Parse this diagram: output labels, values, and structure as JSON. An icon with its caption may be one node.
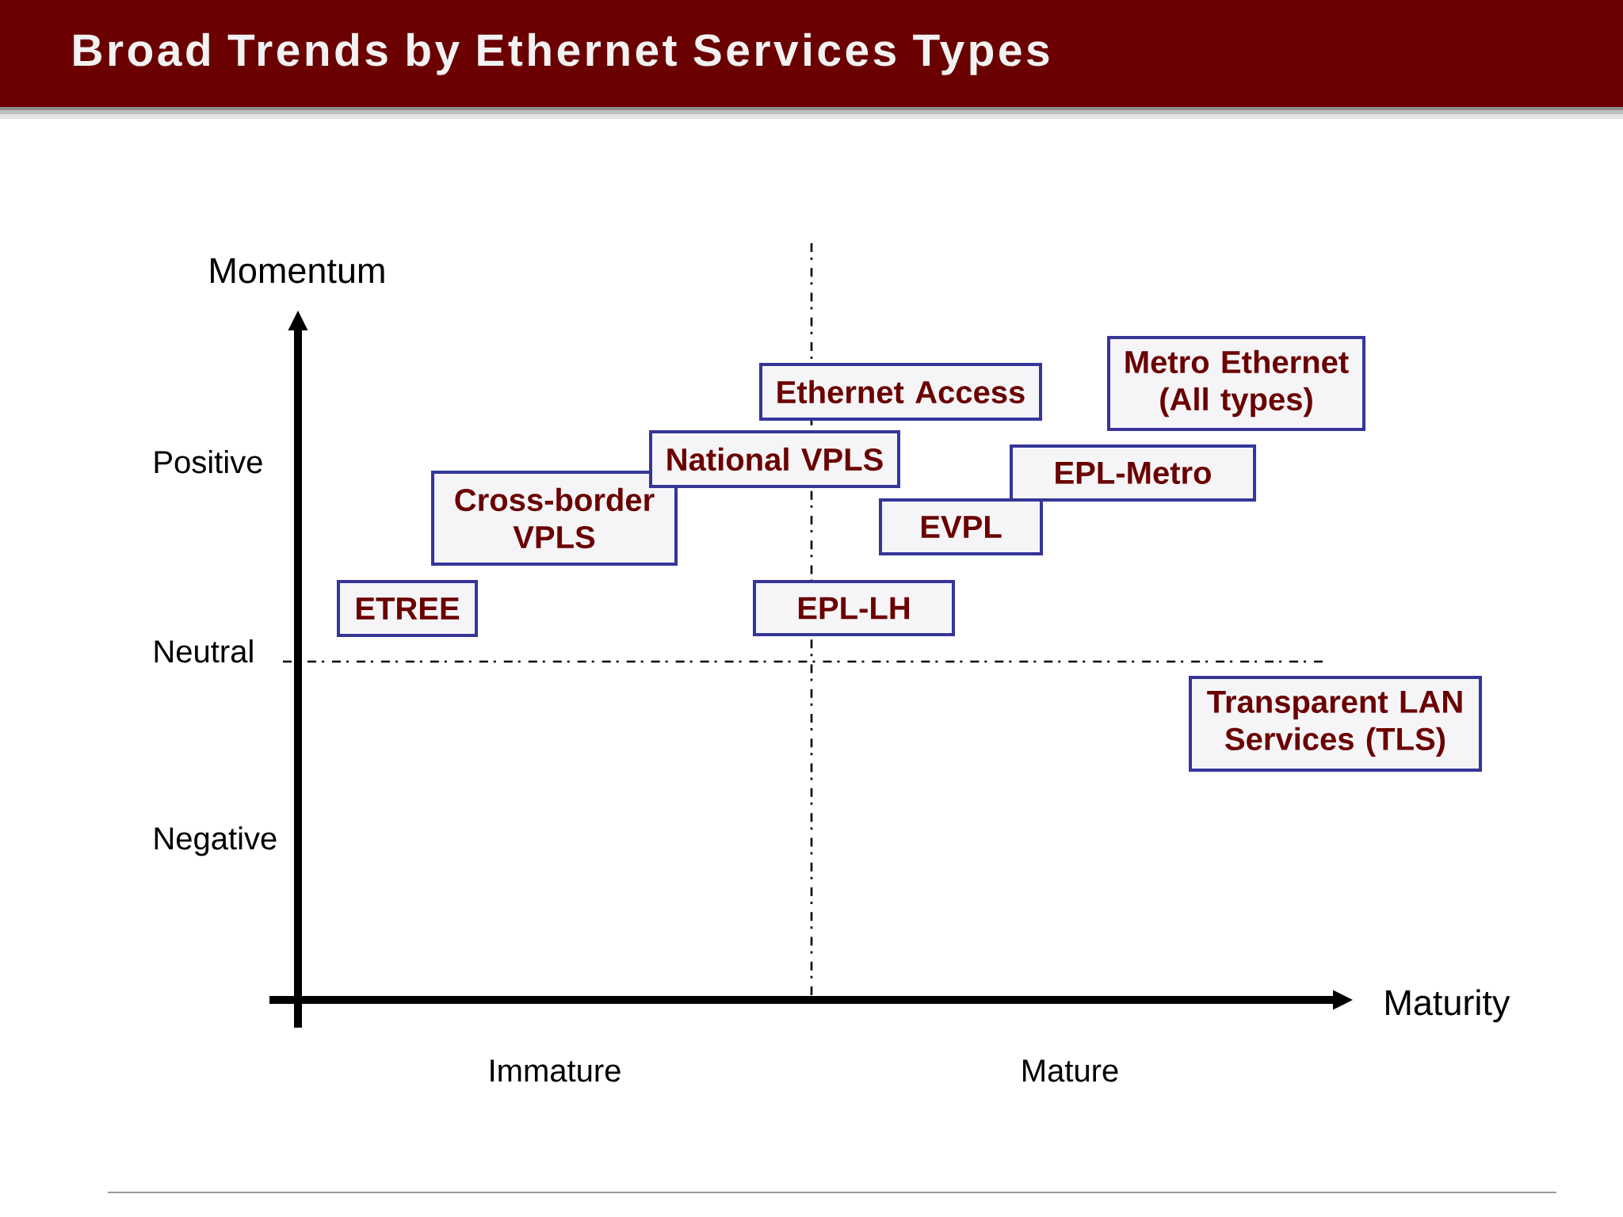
{
  "diagram": {
    "title": "Broad Trends by Ethernet Services Types",
    "nodes": [
      {
        "text": [
          "Ethernet Access"
        ]
      },
      {
        "text": [
          "Metro Ethernet (All types)"
        ]
      },
      {
        "text": [
          "National VPLS"
        ]
      },
      {
        "text": [
          "EPL-Metro"
        ]
      },
      {
        "text": [
          "Cross-border VPLS"
        ]
      },
      {
        "text": [
          "EVPL"
        ]
      },
      {
        "text": [
          "ETREE"
        ]
      },
      {
        "text": [
          "EPL-LH"
        ]
      },
      {
        "text": [
          "Transparent LAN Services (TLS)"
        ]
      }
    ],
    "labels": [
      "Momentum",
      "Positive",
      "Neutral",
      "Negative",
      "Maturity",
      "Immature",
      "Mature"
    ]
  }
}
